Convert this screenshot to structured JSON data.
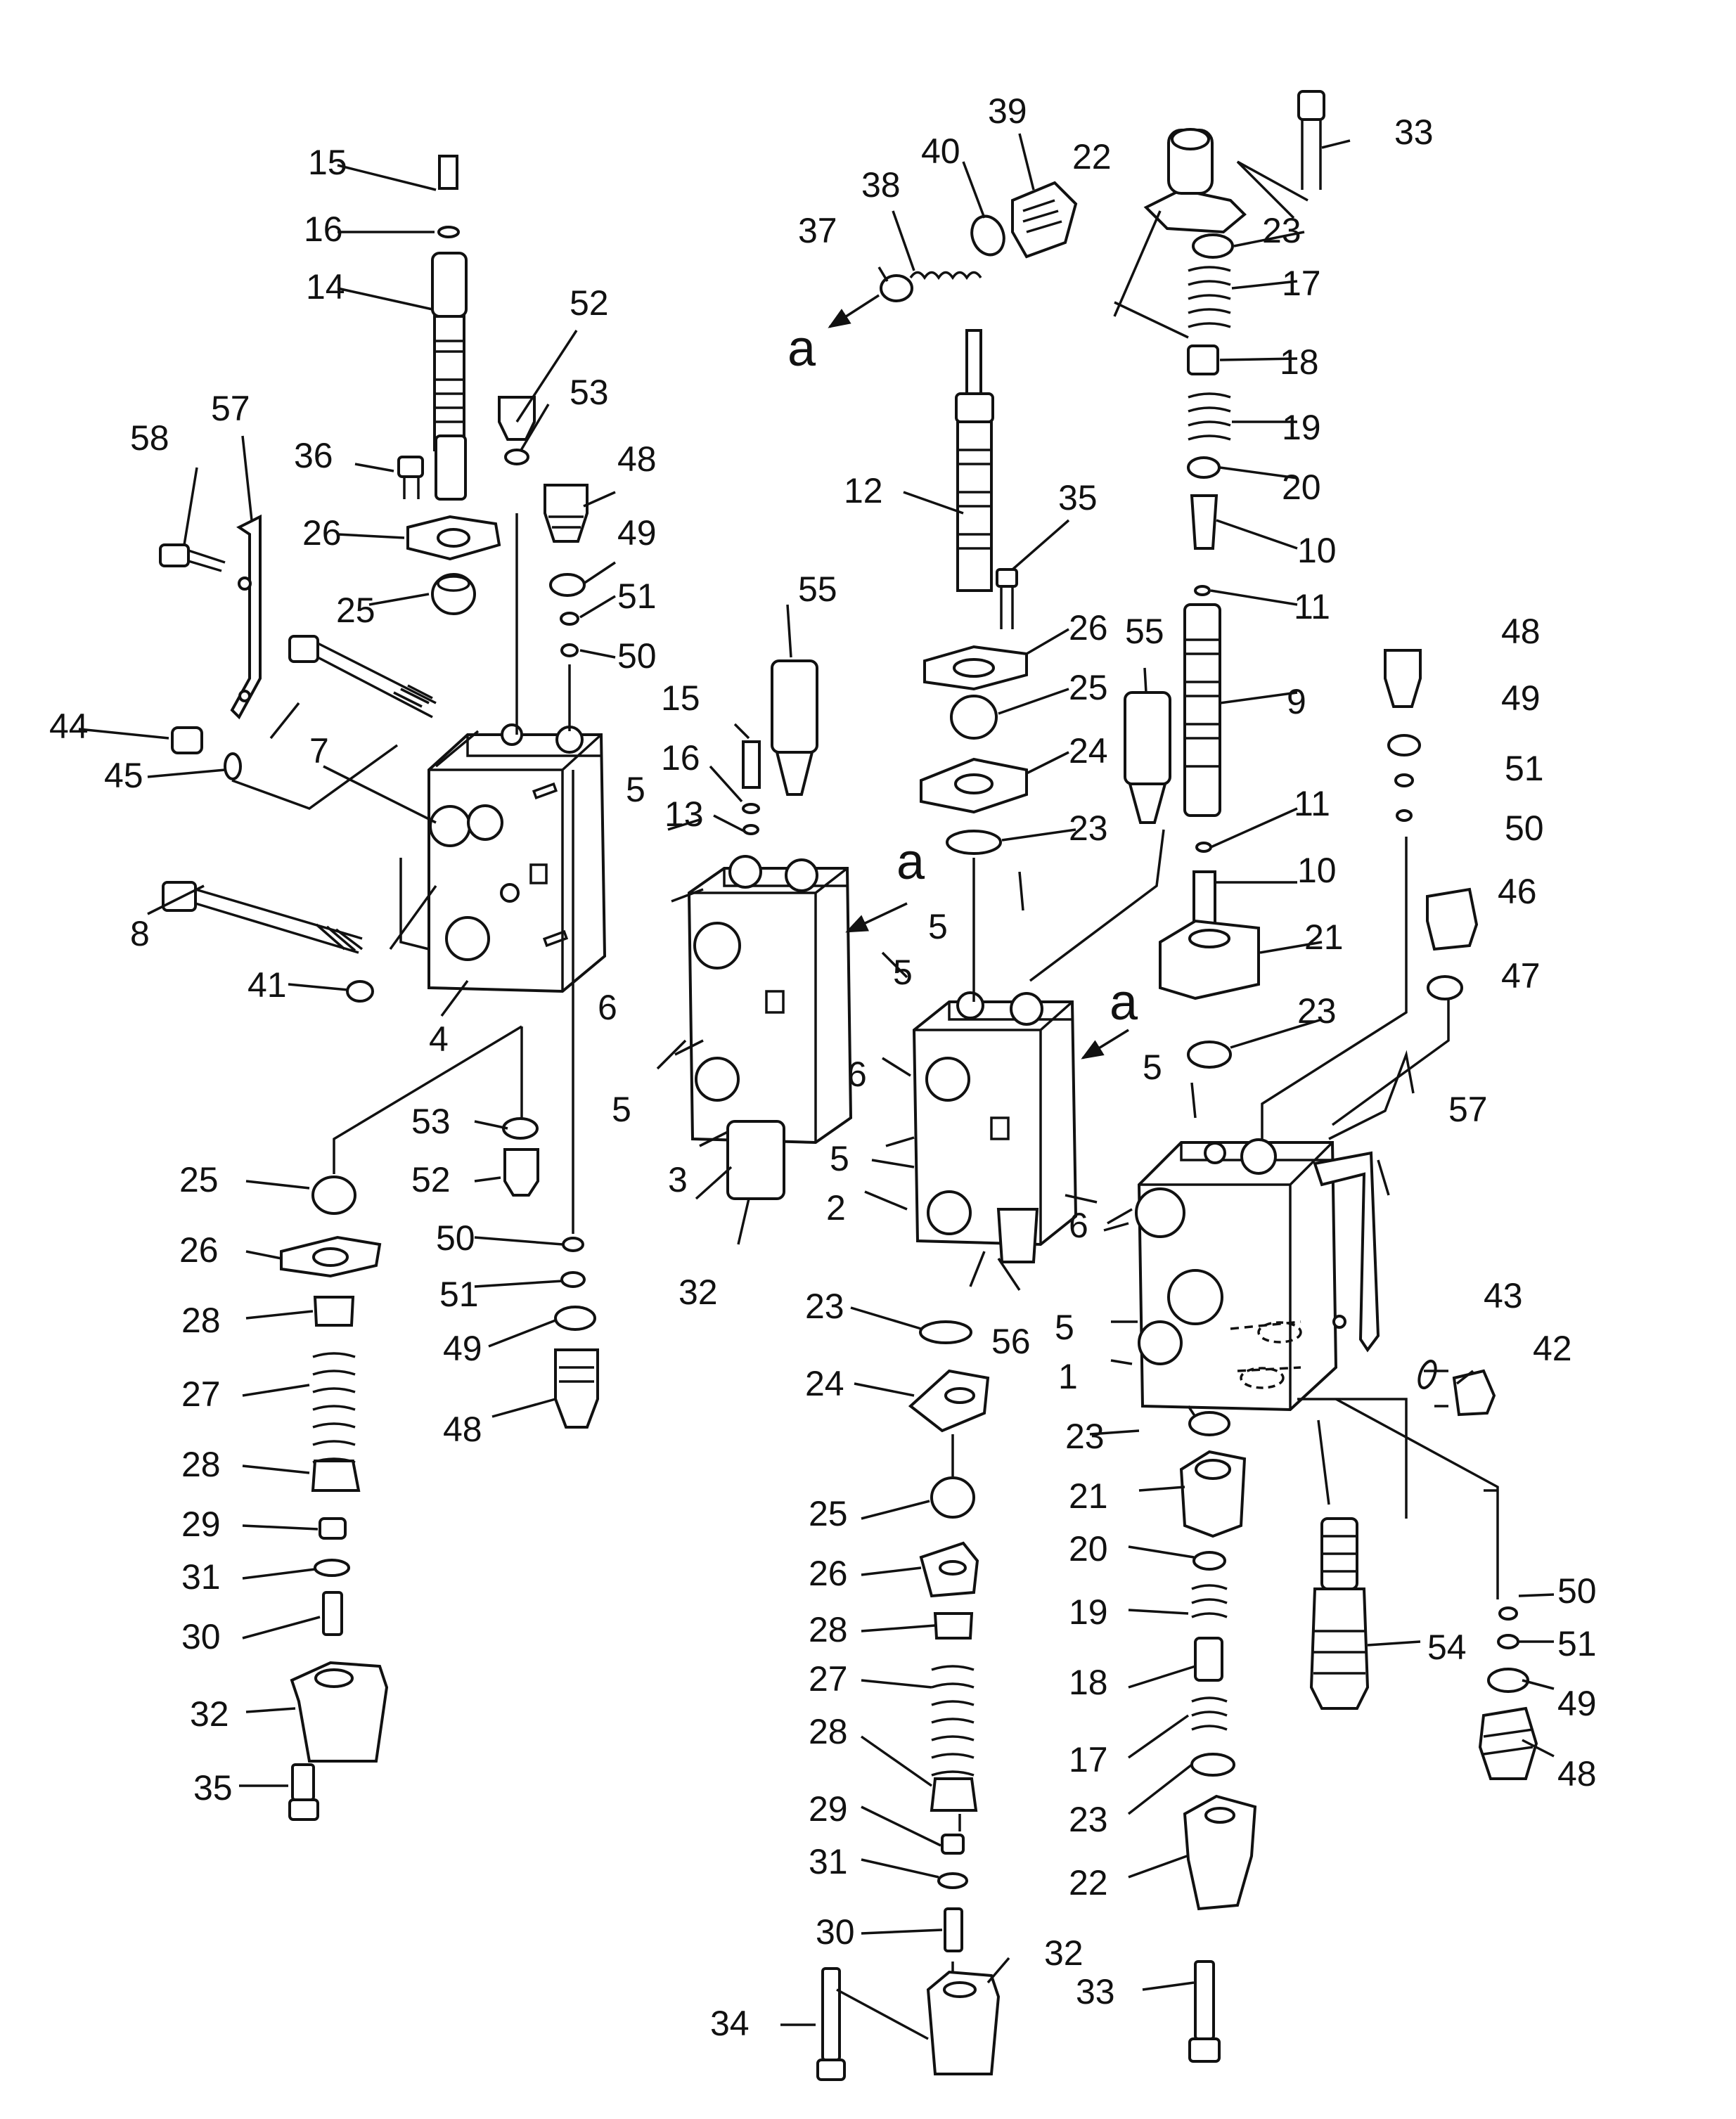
{
  "labels": {
    "p1": "1",
    "p2": "2",
    "p3": "3",
    "p4": "4",
    "p5a": "5",
    "p5b": "5",
    "p5c": "5",
    "p5d": "5",
    "p5e": "5",
    "p5f": "5",
    "p6a": "6",
    "p6b": "6",
    "p6c": "6",
    "p7": "7",
    "p8": "8",
    "p9": "9",
    "p10a": "10",
    "p10b": "10",
    "p11a": "11",
    "p11b": "11",
    "p12": "12",
    "p13": "13",
    "p14": "14",
    "p15a": "15",
    "p15b": "15",
    "p16a": "16",
    "p16b": "16",
    "p17a": "17",
    "p17b": "17",
    "p18a": "18",
    "p18b": "18",
    "p19a": "19",
    "p19b": "19",
    "p20a": "20",
    "p20b": "20",
    "p21a": "21",
    "p21b": "21",
    "p22a": "22",
    "p22b": "22",
    "p23a": "23",
    "p23b": "23",
    "p23c": "23",
    "p23d": "23",
    "p23e": "23",
    "p23f": "23",
    "p24a": "24",
    "p24b": "24",
    "p25a": "25",
    "p25b": "25",
    "p25c": "25",
    "p25d": "25",
    "p26a": "26",
    "p26b": "26",
    "p26c": "26",
    "p26d": "26",
    "p27a": "27",
    "p27b": "27",
    "p28a": "28",
    "p28b": "28",
    "p28c": "28",
    "p28d": "28",
    "p29a": "29",
    "p29b": "29",
    "p30a": "30",
    "p30b": "30",
    "p31a": "31",
    "p31b": "31",
    "p32a": "32",
    "p32b": "32",
    "p32c": "32",
    "p33a": "33",
    "p33b": "33",
    "p34": "34",
    "p35a": "35",
    "p35b": "35",
    "p36": "36",
    "p37": "37",
    "p38": "38",
    "p39": "39",
    "p40": "40",
    "p41": "41",
    "p42": "42",
    "p43": "43",
    "p44": "44",
    "p45": "45",
    "p46": "46",
    "p47": "47",
    "p48a": "48",
    "p48b": "48",
    "p48c": "48",
    "p48d": "48",
    "p49a": "49",
    "p49b": "49",
    "p49c": "49",
    "p49d": "49",
    "p50a": "50",
    "p50b": "50",
    "p50c": "50",
    "p50d": "50",
    "p51a": "51",
    "p51b": "51",
    "p51c": "51",
    "p51d": "51",
    "p52a": "52",
    "p52b": "52",
    "p53a": "53",
    "p53b": "53",
    "p54": "54",
    "p55a": "55",
    "p55b": "55",
    "p56": "56",
    "p57a": "57",
    "p57b": "57",
    "p58": "58"
  },
  "view_arrows": {
    "a1": "a",
    "a2": "a",
    "a3": "a"
  }
}
